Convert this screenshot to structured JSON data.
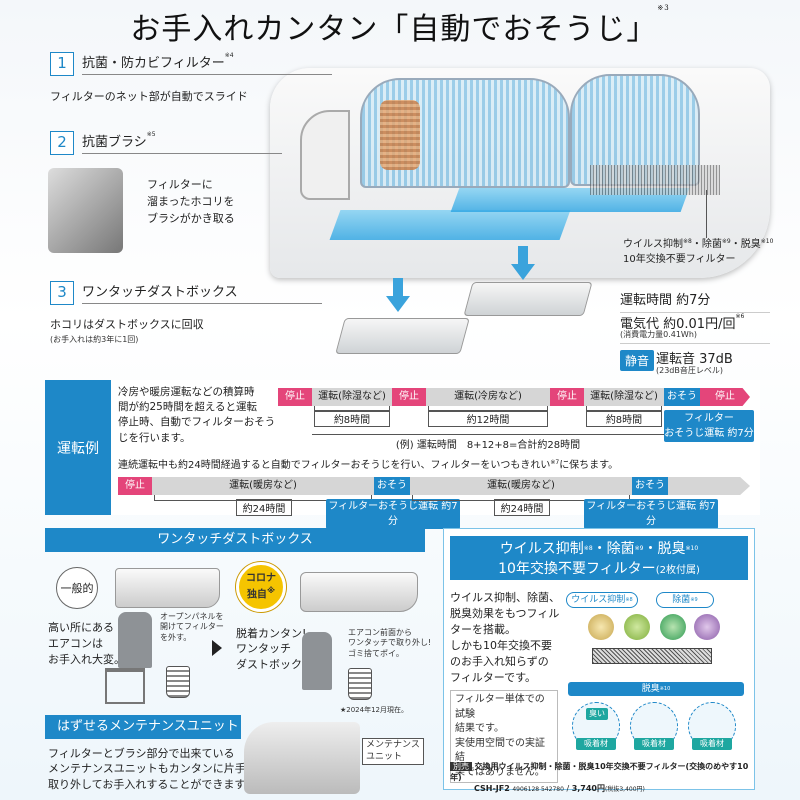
{
  "title": {
    "text": "お手入れカンタン「自動でおそうじ」",
    "note": "※3"
  },
  "features": [
    {
      "num": "1",
      "name": "抗菌・防カビフィルター",
      "note": "※4",
      "desc": "フィルターのネット部が自動でスライド"
    },
    {
      "num": "2",
      "name": "抗菌ブラシ",
      "note": "※5",
      "desc": [
        "フィルターに",
        "溜まったホコリを",
        "ブラシがかき取る"
      ]
    },
    {
      "num": "3",
      "name": "ワンタッチダストボックス",
      "desc": "ホコリはダストボックスに回収",
      "subdesc": "(お手入れは約3年に1回)"
    }
  ],
  "filter_label": {
    "line1": {
      "a": "ウイルス抑制",
      "n1": "※8",
      "b": "・除菌",
      "n2": "※9",
      "c": "・脱臭",
      "n3": "※10"
    },
    "line2": "10年交換不要フィルター"
  },
  "specs": {
    "time": "運転時間 約7分",
    "power": "電気代 約0.01円/回",
    "power_note": "※6",
    "power_sub": "(消費電力量0.41Wh)",
    "quiet_badge": "静音",
    "sound": "運転音 37dB",
    "sound_sub": "(23dB音圧レベル)"
  },
  "op_example": {
    "label": "運転例",
    "desc1": [
      "冷房や暖房運転などの積算時",
      "間が約25時間を超えると運転",
      "停止時、自動でフィルターおそう",
      "じを行います。"
    ],
    "row1": {
      "stop1": "停止",
      "run1": "運転(除湿など)",
      "stop2": "停止",
      "run2": "運転(冷房など)",
      "stop3": "停止",
      "run3": "運転(除湿など)",
      "clean": "おそうじ",
      "stop4": "停止",
      "d1": "約8時間",
      "d2": "約12時間",
      "d3": "約8時間",
      "callout": [
        "フィルター",
        "おそうじ運転 約7分"
      ],
      "total": "(例) 運転時間　8+12+8=合計約28時間"
    },
    "desc2": {
      "a": "連続運転中も約24時間経過すると自動でフィルターおそうじを行い、フィルターをいつもきれい",
      "n": "※7",
      "b": "に保ちます。"
    },
    "row2": {
      "stop": "停止",
      "run1": "運転(暖房など)",
      "clean1": "おそうじ",
      "run2": "運転(暖房など)",
      "clean2": "おそうじ",
      "d1": "約24時間",
      "c1": "フィルターおそうじ運転 約7分",
      "d2": "約24時間",
      "c2": "フィルターおそうじ運転 約7分"
    }
  },
  "dustbox_section": {
    "head": "ワンタッチダストボックス",
    "general_badge": "一般的",
    "general_desc": [
      "高い所にある",
      "エアコンは",
      "お手入れ大変。"
    ],
    "general_note": [
      "オープンパネルを",
      "開けてフィルター",
      "を外す。"
    ],
    "corona_badge": [
      "コロナ",
      "独自"
    ],
    "corona_note": "※",
    "corona_desc": [
      "脱着カンタン!",
      "ワンタッチ",
      "ダストボックス"
    ],
    "corona_note2": [
      "エアコン前面から",
      "ワンタッチで取り外し!",
      "ゴミ捨てポイ。"
    ],
    "date_note": "★2024年12月現在。"
  },
  "maint_section": {
    "head": "はずせるメンテナンスユニット",
    "desc": [
      "フィルターとブラシ部分で出来ている",
      "メンテナンスユニットもカンタンに片手で",
      "取り外してお手入れすることができます。"
    ],
    "label": [
      "メンテナンス",
      "ユニット"
    ]
  },
  "filter_section": {
    "head1": {
      "a": "ウイルス抑制",
      "n1": "※8",
      "b": "・除菌",
      "n2": "※9",
      "c": "・脱臭",
      "n3": "※10"
    },
    "head2": "10年交換不要フィルター",
    "head2_sub": "(2枚付属)",
    "desc": [
      "ウイルス抑制、除菌、",
      "脱臭効果をもつフィル",
      "ターを搭載。",
      "しかも10年交換不要",
      "のお手入れ知らずの",
      "フィルターです。"
    ],
    "pill_virus": {
      "text": "ウイルス抑制",
      "n": "※8"
    },
    "pill_germ": {
      "text": "除菌",
      "n": "※9"
    },
    "pill_odor": {
      "text": "脱臭",
      "n": "※10"
    },
    "note": [
      "フィルター単体での試験",
      "結果です。",
      "実使用空間での実証結",
      "果ではありません。"
    ],
    "tags": [
      "臭い",
      "吸着材",
      "吸着材",
      "吸着材"
    ],
    "separate": "別売",
    "product_name": "交換用ウイルス抑制・除菌・脱臭10年交換不要フィルター(交換のめやす10年)",
    "product_code": "CSH-JF2",
    "jan": "4906128 542780",
    "price": "3,740円",
    "price_sub": "(税抜3,400円)"
  }
}
